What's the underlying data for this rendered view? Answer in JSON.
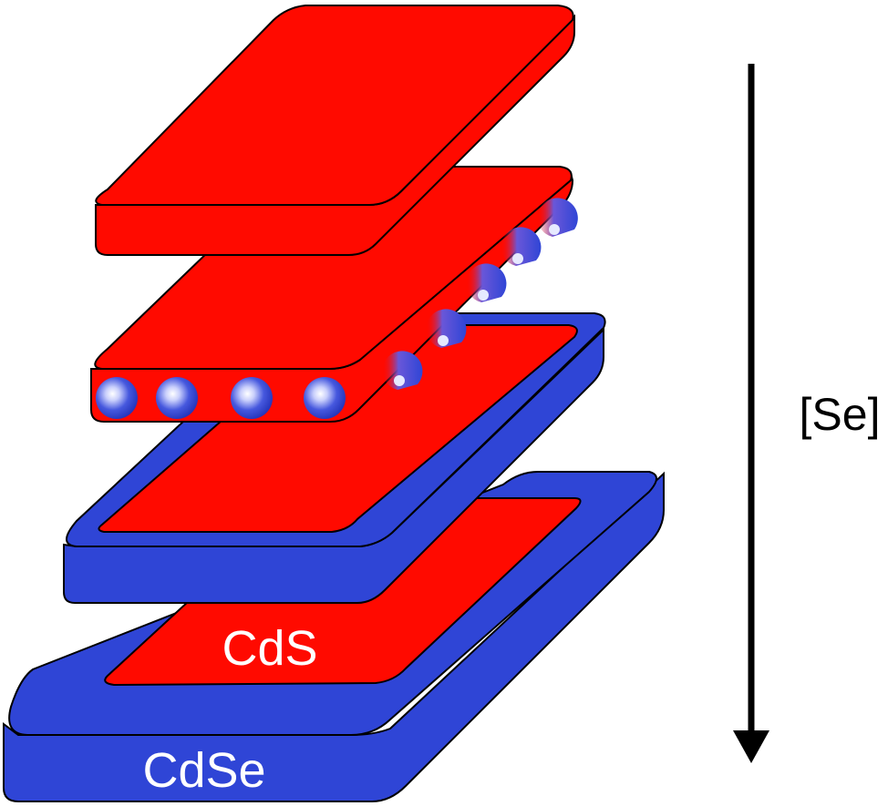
{
  "labels": {
    "core": "CdS",
    "shell": "CdSe",
    "axis": "[Se]"
  },
  "colors": {
    "cds": "#ff0a00",
    "cdse": "#2f45d6",
    "outline": "#000000",
    "text_on_plate": "#ffffff",
    "text": "#000000"
  }
}
